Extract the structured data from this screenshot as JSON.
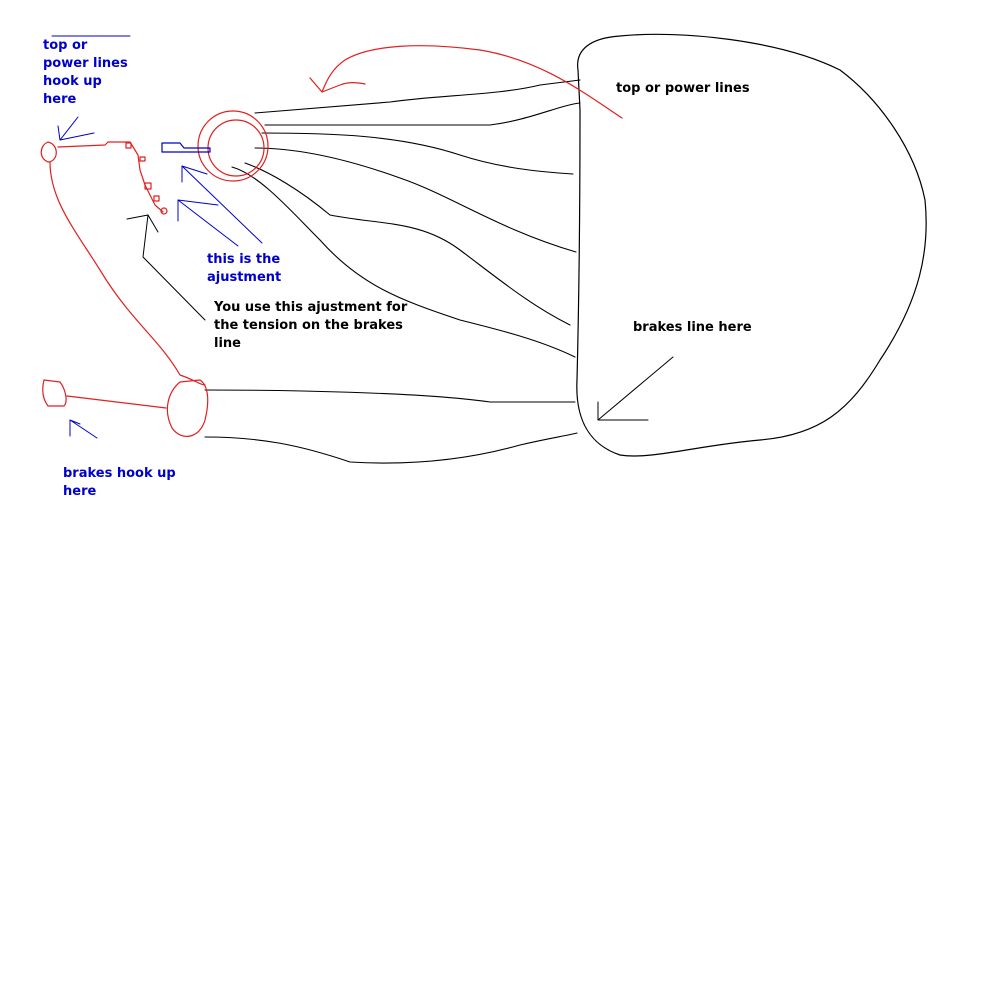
{
  "colors": {
    "line": "#000000",
    "bar": "#e02020",
    "annotation": "#0000cc"
  },
  "labels": {
    "top_hook": [
      "top or",
      "power lines",
      "hook up",
      "here"
    ],
    "adjustment": [
      "this is the",
      "ajustment"
    ],
    "tension_note": [
      "You use this ajustment for",
      "the tension on the brakes",
      "line"
    ],
    "brakes_hook": [
      "brakes hook up",
      "here"
    ],
    "top_lines": "top or power lines",
    "brakes_line": "brakes line here"
  }
}
